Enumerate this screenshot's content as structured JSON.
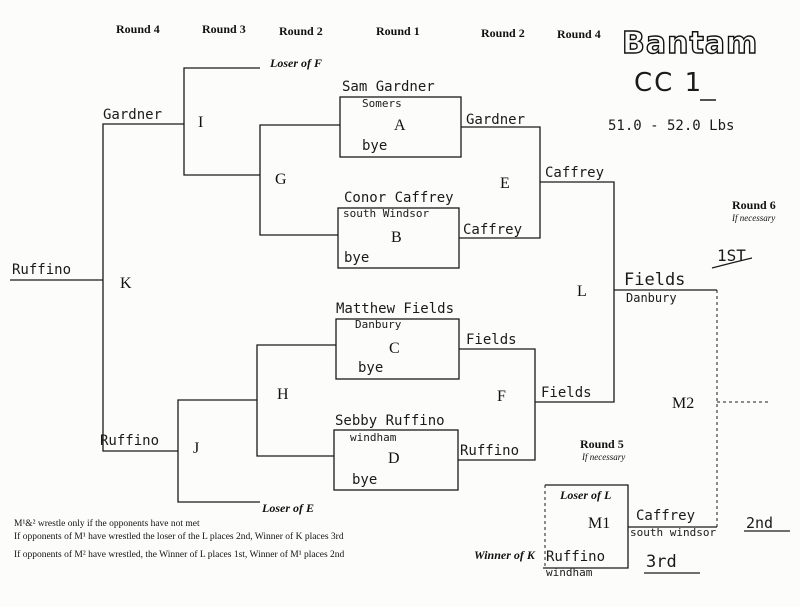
{
  "header": {
    "title": "Bantam",
    "subtitle": "CC 1",
    "weight": "51.0 - 52.0 Lbs"
  },
  "round_labels": {
    "left_round4": "Round 4",
    "left_round3": "Round 3",
    "left_round2": "Round 2",
    "round1": "Round 1",
    "right_round2": "Round 2",
    "right_round4": "Round 4",
    "round6": "Round 6",
    "round6_note": "If necessary",
    "round5": "Round 5",
    "round5_note": "If necessary"
  },
  "nodes": [
    "A",
    "B",
    "C",
    "D",
    "E",
    "F",
    "G",
    "H",
    "I",
    "J",
    "K",
    "L",
    "M1",
    "M2"
  ],
  "slots": {
    "loser_of_f": "Loser of F",
    "loser_of_e": "Loser of E",
    "loser_of_l": "Loser of L",
    "winner_of_k": "Winner of K"
  },
  "wrestlers": {
    "a_top_name": "Sam Gardner",
    "a_top_team": "Somers",
    "a_bottom": "bye",
    "b_top_name": "Conor Caffrey",
    "b_top_team": "south Windsor",
    "b_bottom": "bye",
    "c_top_name": "Matthew Fields",
    "c_top_team": "Danbury",
    "c_bottom": "bye",
    "d_top_name": "Sebby Ruffino",
    "d_top_team": "windham",
    "d_bottom": "bye",
    "e_top": "Gardner",
    "e_bottom": "Caffrey",
    "f_top": "Fields",
    "f_bottom": "Ruffino",
    "l_top": "Caffrey",
    "l_bottom": "Fields",
    "i_top": "Gardner",
    "j_top": "Ruffino",
    "k_winner": "Ruffino",
    "champion_name": "Fields",
    "champion_team": "Danbury",
    "place_first": "1ST",
    "m1_top_name": "Caffrey",
    "m1_top_team": "south windsor",
    "m1_bottom_name": "Ruffino",
    "m1_bottom_team": "windham",
    "place_second": "2nd",
    "place_third": "3rd"
  },
  "notes": {
    "line1": "M¹&² wrestle only if the opponents have not met",
    "line2": "If opponents of M¹ have wrestled the loser of the L places 2nd, Winner of K places 3rd",
    "line3": "If opponents of M² have wrestled, the Winner of L places 1st, Winner of M¹ places 2nd"
  }
}
